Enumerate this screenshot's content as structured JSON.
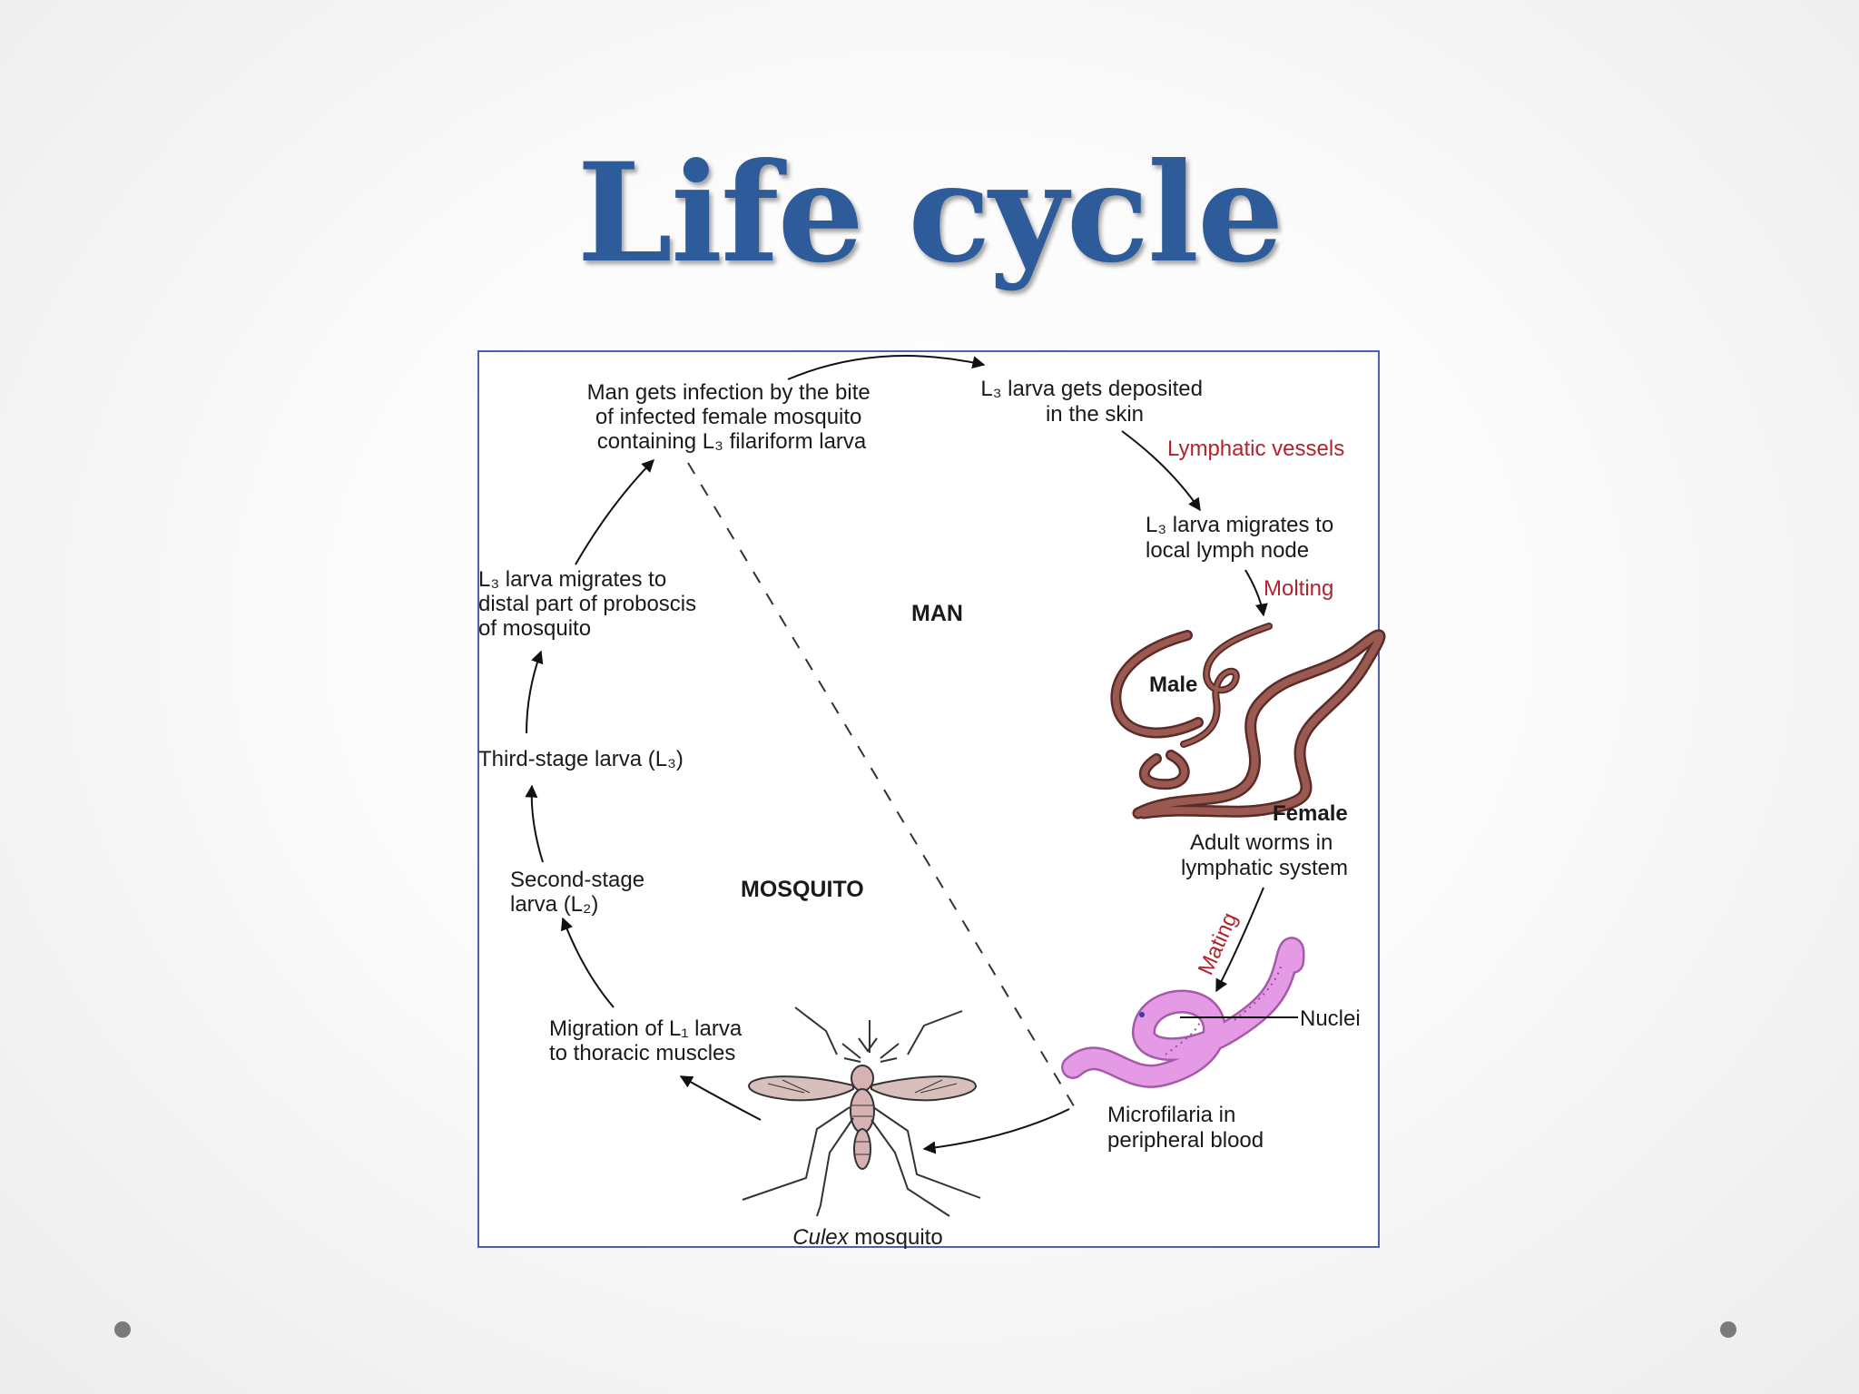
{
  "slide": {
    "title": "Life cycle"
  },
  "diagram": {
    "region_man": "MAN",
    "region_mosquito": "MOSQUITO",
    "steps": {
      "infection": [
        "Man gets infection by the bite",
        "of infected female mosquito",
        "containing L₃ filariform larva"
      ],
      "deposited": [
        "L₃ larva gets deposited",
        "in the skin"
      ],
      "lymph_node": [
        "L₃ larva migrates to",
        "local lymph node"
      ],
      "adult": [
        "Adult worms in",
        "lymphatic system"
      ],
      "microfilaria": [
        "Microfilaria in",
        "peripheral blood"
      ],
      "thoracic": [
        "Migration of L₁ larva",
        "to thoracic muscles"
      ],
      "second_stage": [
        "Second-stage",
        "larva (L₂)"
      ],
      "third_stage": "Third-stage larva (L₃)",
      "proboscis": [
        "L₃ larva migrates to",
        "distal part of proboscis",
        "of mosquito"
      ]
    },
    "arrow_labels": {
      "lymphatic": "Lymphatic vessels",
      "molting": "Molting",
      "mating": "Mating"
    },
    "worm_labels": {
      "male": "Male",
      "female": "Female",
      "nuclei": "Nuclei"
    },
    "mosquito_caption": {
      "genus": "Culex",
      "word": " mosquito"
    },
    "colors": {
      "title": "#2e5b9a",
      "frame": "#4f5fb0",
      "worm": "#8b4a44",
      "microfilaria": "#e59ae6",
      "red_label": "#b2232e"
    }
  }
}
